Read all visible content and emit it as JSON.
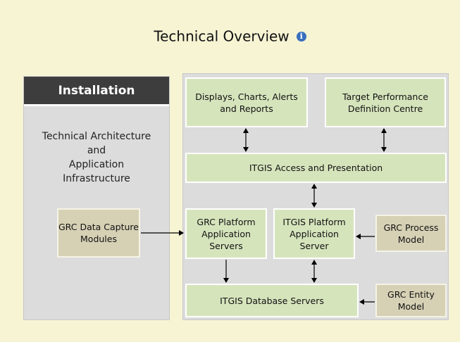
{
  "header": {
    "title": "Technical Overview",
    "info_icon": "info-icon"
  },
  "installation": {
    "header": "Installation",
    "description_lines": [
      "Technical Architecture",
      "and",
      "Application",
      "Infrastructure"
    ],
    "module_box": "GRC Data Capture Modules"
  },
  "diagram": {
    "displays": "Displays, Charts, Alerts and Reports",
    "target": "Target Performance Definition Centre",
    "access": "ITGIS Access and Presentation",
    "grc_platform": "GRC Platform Application Servers",
    "itgis_platform": "ITGIS Platform Application Server",
    "grc_process": "GRC Process Model",
    "database": "ITGIS Database Servers",
    "grc_entity": "GRC Entity Model"
  },
  "colors": {
    "background": "#f6f4d3",
    "panel": "#dcdcdc",
    "header_dark": "#3d3d3d",
    "box_green": "#d6e4bc",
    "box_tan": "#d6d1b5"
  }
}
